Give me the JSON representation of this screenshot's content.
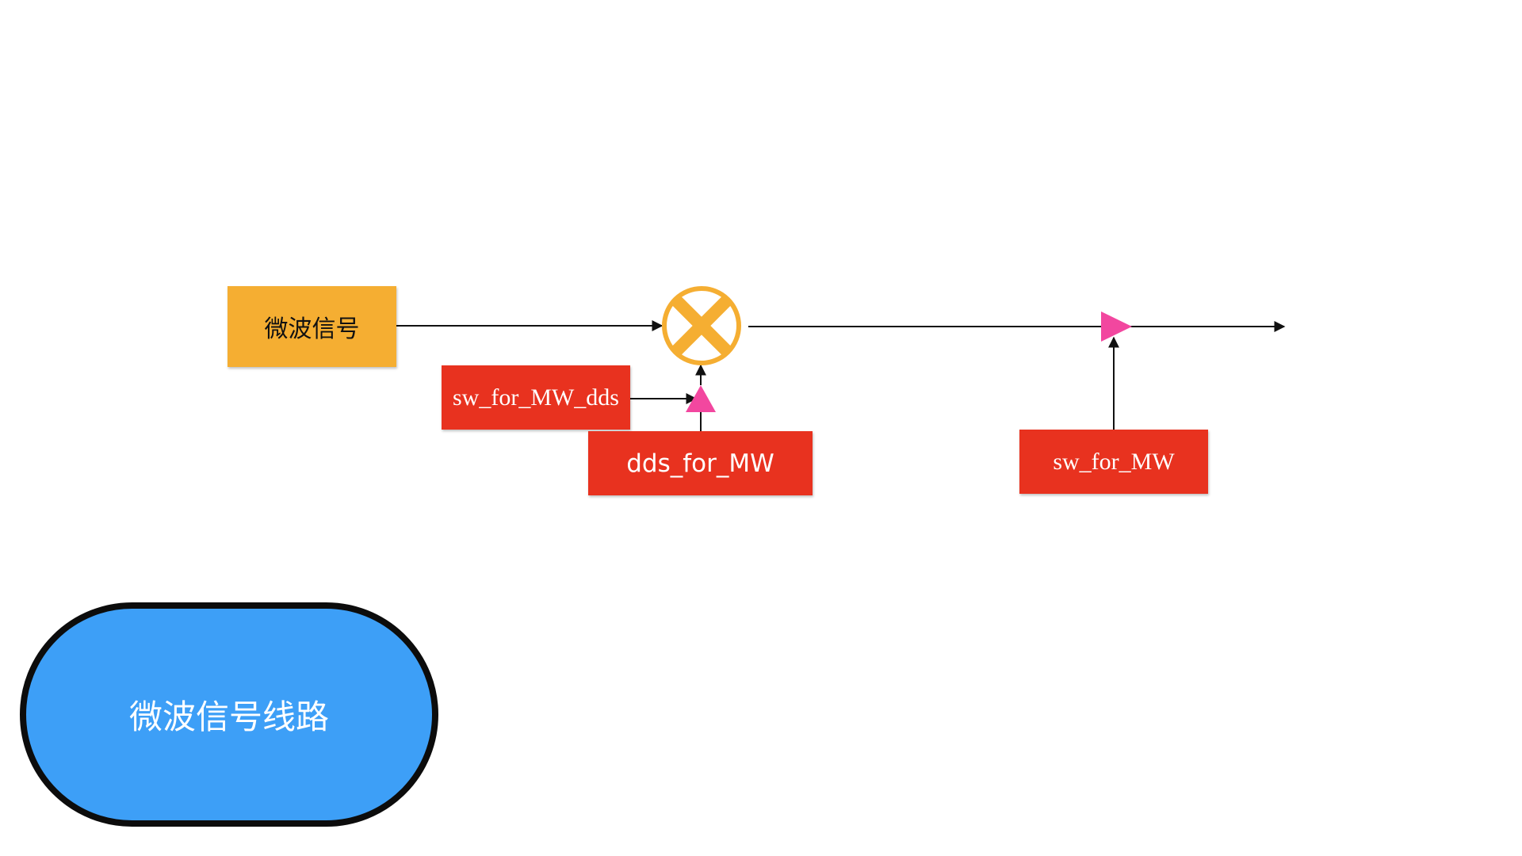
{
  "diagram": {
    "colors": {
      "signal": "#f5ae32",
      "component": "#e8321f",
      "switch_marker": "#f2479f",
      "title_fill": "#3d9ff7",
      "line": "#111111"
    },
    "nodes": {
      "microwave_signal": {
        "label": "微波信号"
      },
      "mixer": {
        "icon": "mixer-circle-x-icon"
      },
      "sw_for_mw_dds": {
        "label": "sw_for_MW_dds"
      },
      "dds_for_mw": {
        "label": "dds_for_MW"
      },
      "sw_for_mw": {
        "label": "sw_for_MW"
      }
    },
    "title": {
      "label": "微波信号线路"
    }
  }
}
